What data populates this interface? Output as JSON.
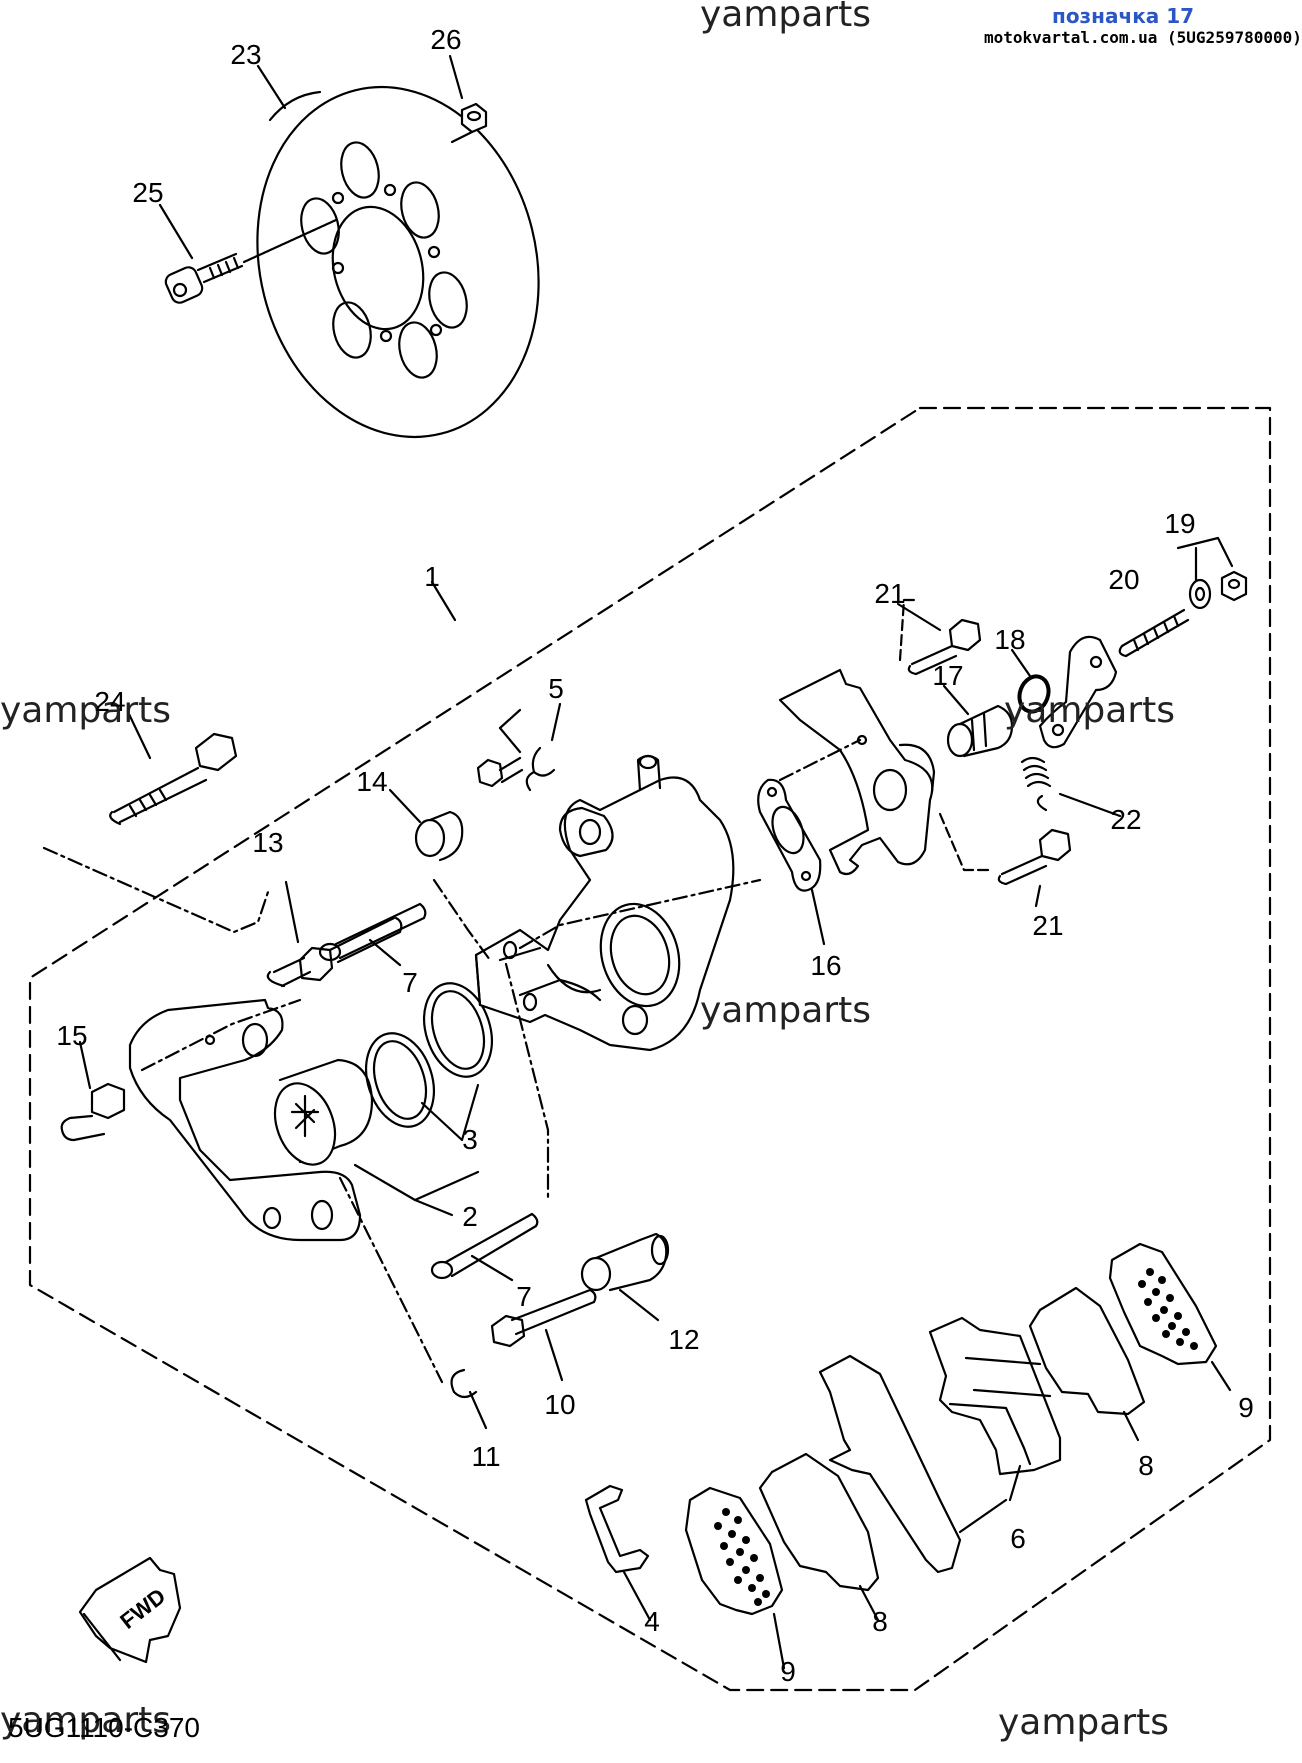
{
  "header": {
    "tag": "позначка 17",
    "shop": "motokvartal.com.ua (5UG259780000)"
  },
  "watermarks": [
    "yamparts",
    "yamparts",
    "yamparts",
    "yamparts",
    "yamparts",
    "yamparts"
  ],
  "diagram_code": "5UG1110-C370",
  "fwd_label": "FWD",
  "callouts": {
    "c1": "1",
    "c2": "2",
    "c3": "3",
    "c4": "4",
    "c5": "5",
    "c6": "6",
    "c7a": "7",
    "c7b": "7",
    "c8a": "8",
    "c8b": "8",
    "c9a": "9",
    "c9b": "9",
    "c10": "10",
    "c11": "11",
    "c12": "12",
    "c13": "13",
    "c14": "14",
    "c15": "15",
    "c16": "16",
    "c17": "17",
    "c18": "18",
    "c19": "19",
    "c20": "20",
    "c21a": "21",
    "c21b": "21",
    "c22": "22",
    "c23": "23",
    "c24": "24",
    "c25": "25",
    "c26": "26"
  }
}
